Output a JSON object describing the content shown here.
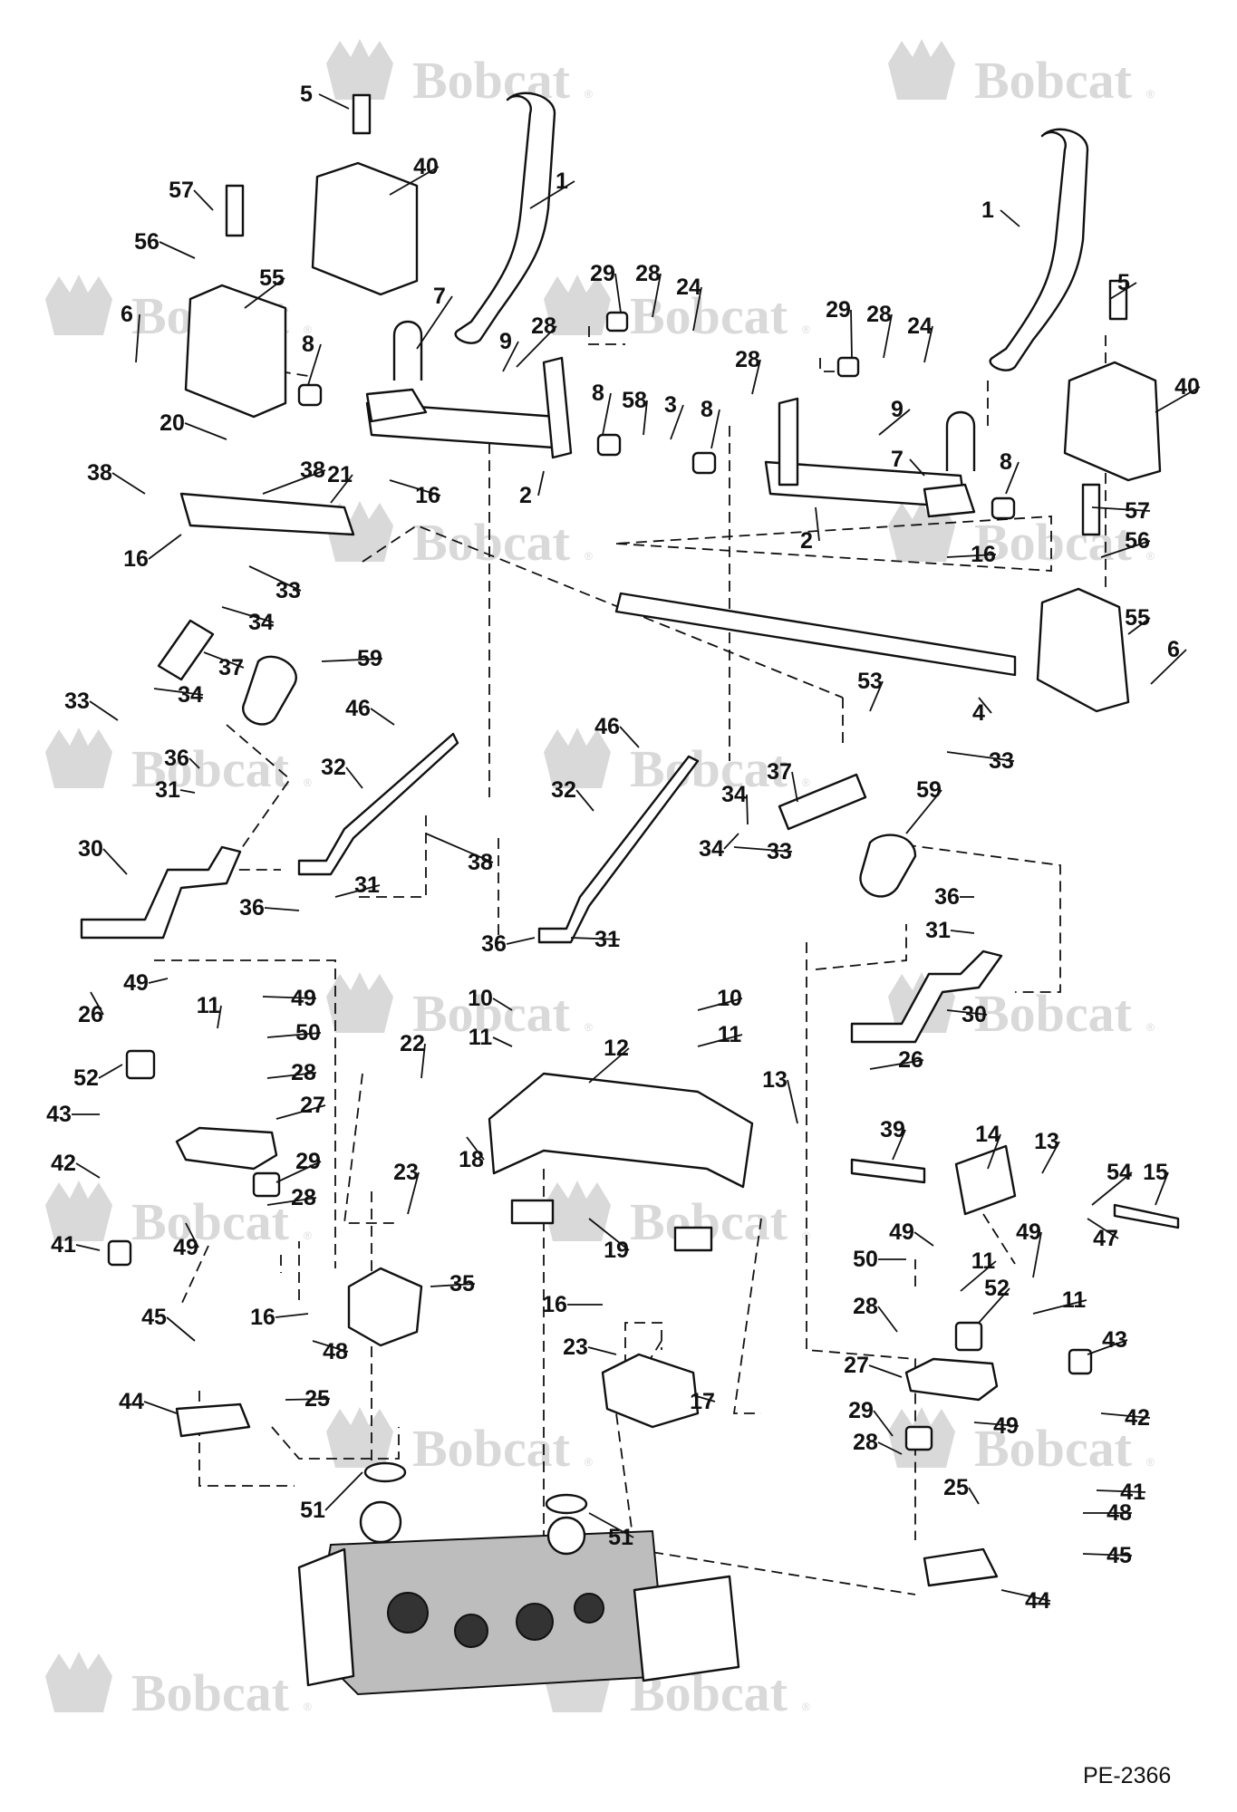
{
  "watermark": {
    "brand": "Bobcat",
    "reg_mark": "®"
  },
  "drawing_number": "PE-2366",
  "callouts": [
    "1",
    "2",
    "3",
    "4",
    "5",
    "6",
    "7",
    "8",
    "9",
    "10",
    "11",
    "12",
    "13",
    "14",
    "15",
    "16",
    "17",
    "18",
    "19",
    "20",
    "21",
    "22",
    "23",
    "24",
    "25",
    "26",
    "27",
    "28",
    "29",
    "30",
    "31",
    "32",
    "33",
    "34",
    "35",
    "36",
    "37",
    "38",
    "39",
    "40",
    "41",
    "42",
    "43",
    "44",
    "45",
    "46",
    "47",
    "48",
    "49",
    "50",
    "51",
    "52",
    "53",
    "54",
    "55",
    "56",
    "57",
    "58",
    "59"
  ],
  "colors": {
    "line": "#111111",
    "watermark": "#d9d9d9",
    "background": "#ffffff"
  }
}
